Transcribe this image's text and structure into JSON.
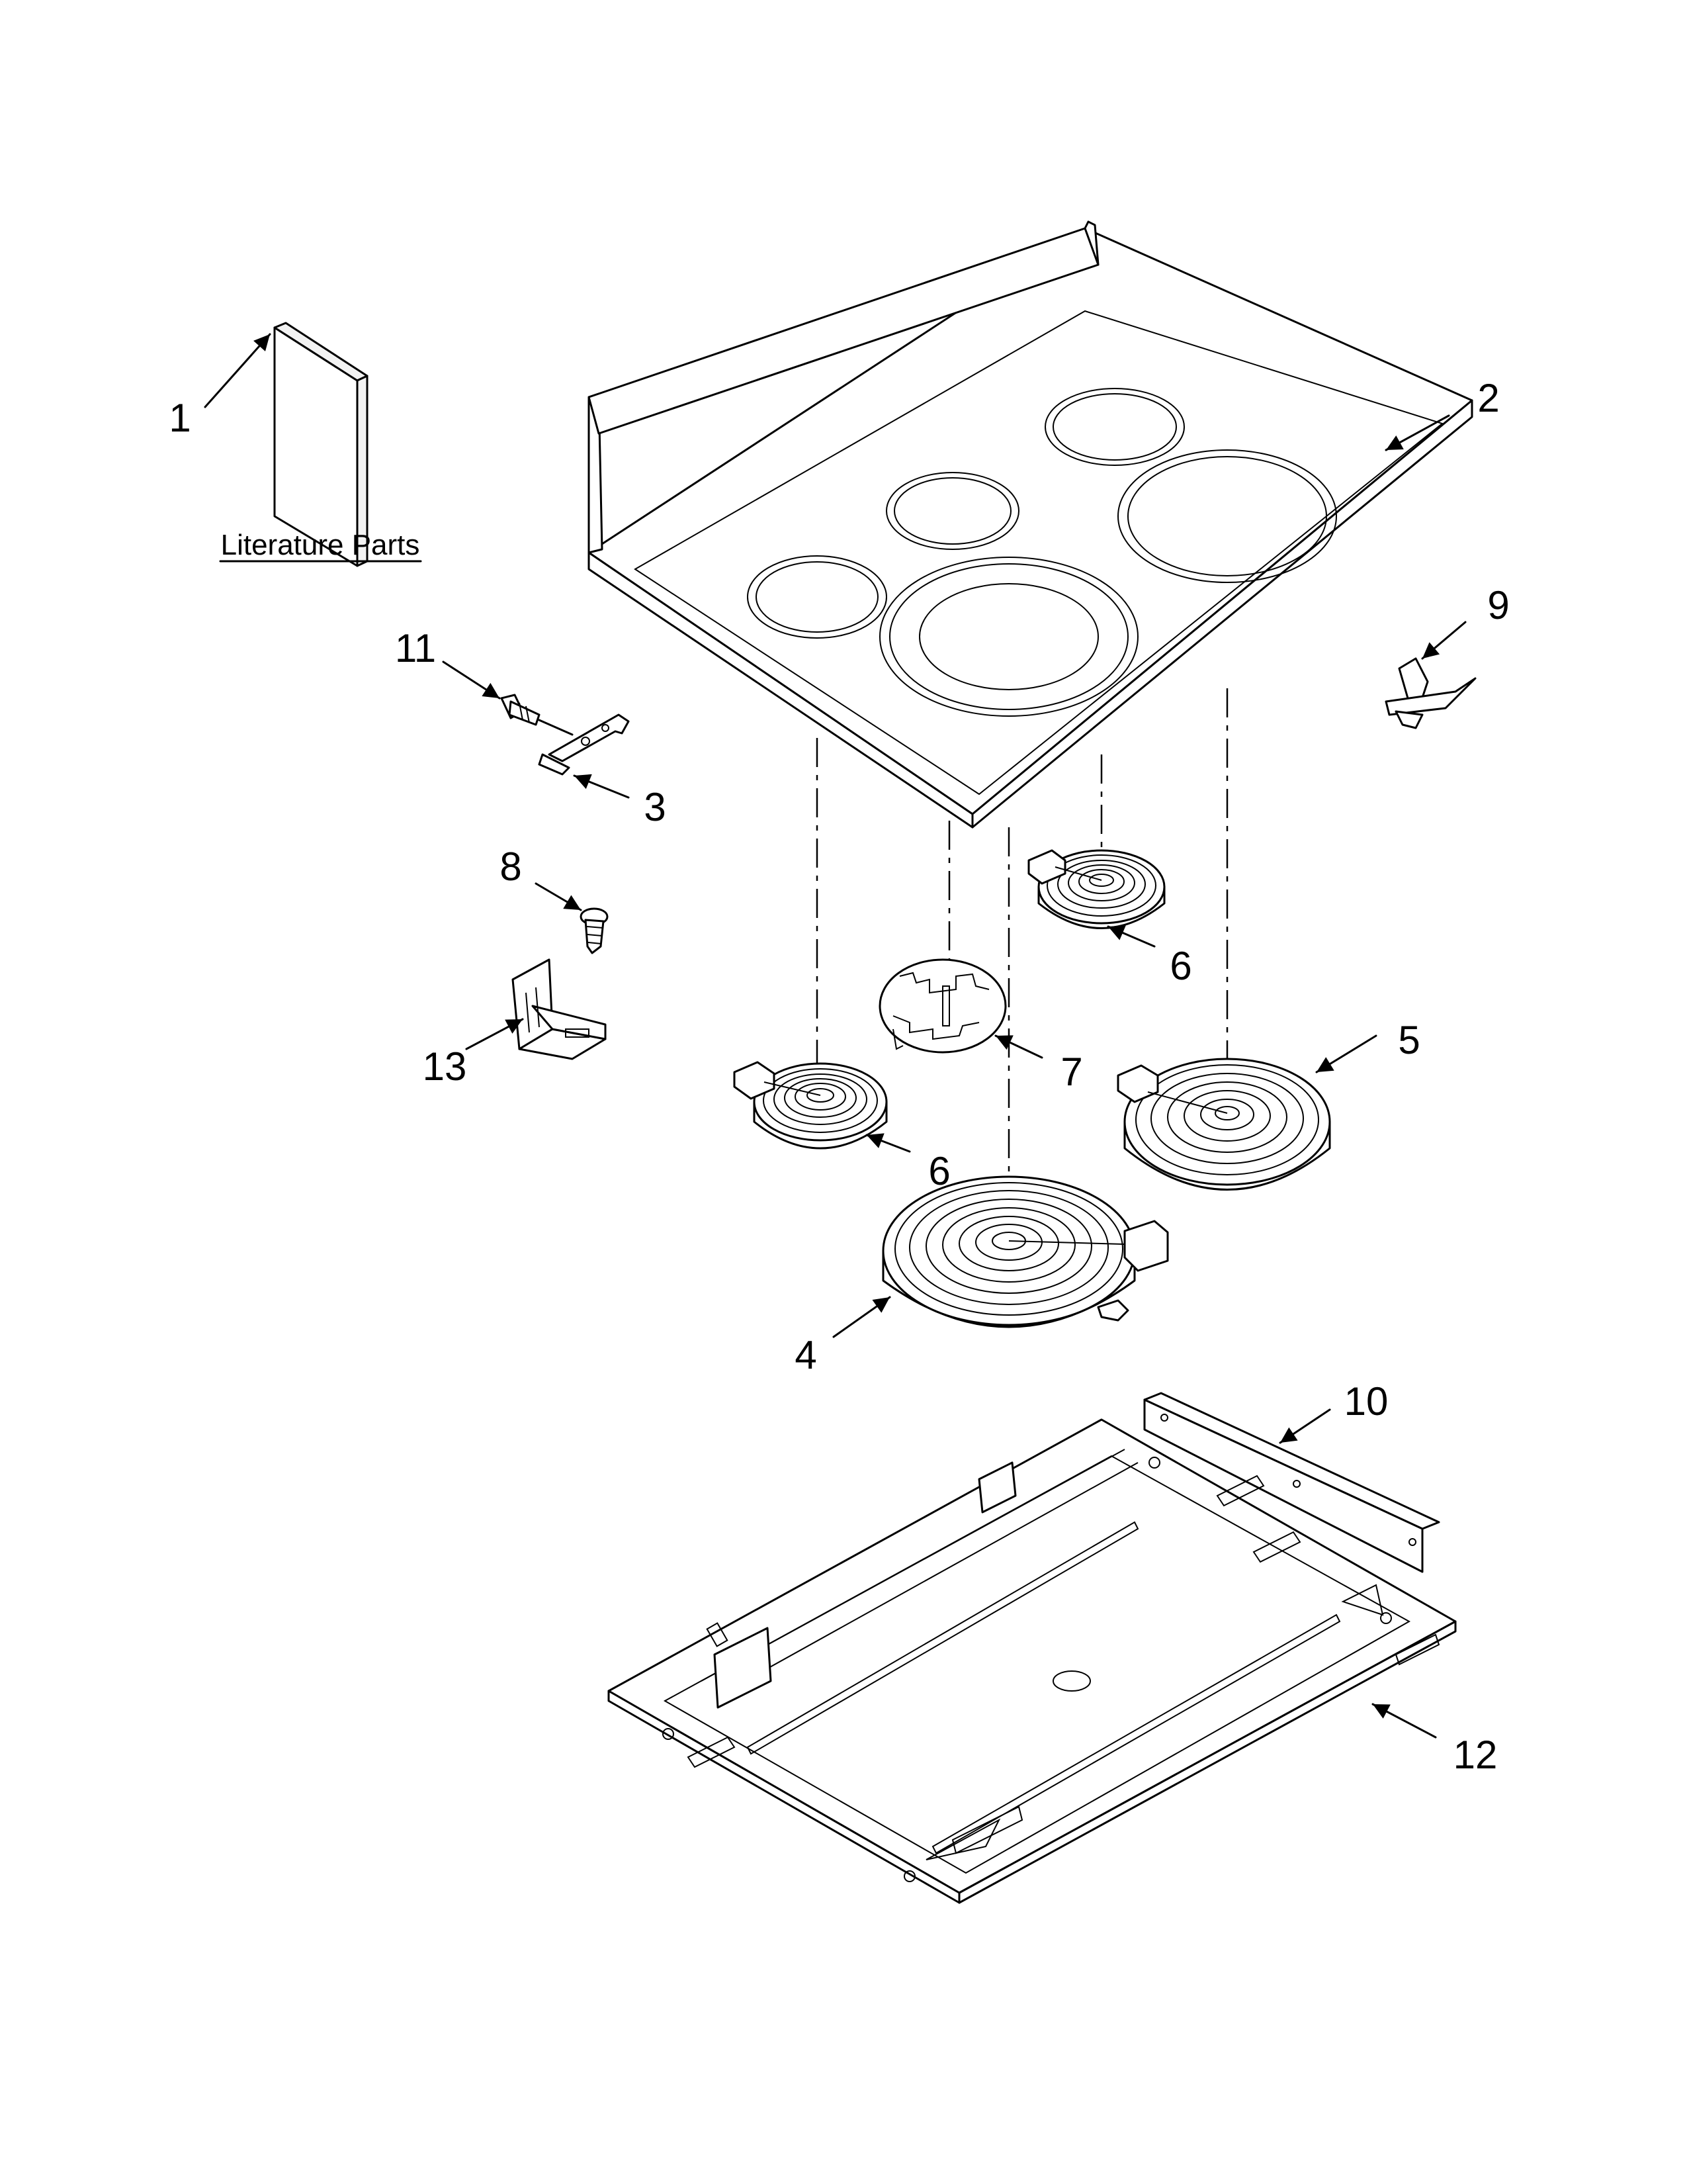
{
  "literature_label": "Literature Parts",
  "callouts": {
    "c1": "1",
    "c2": "2",
    "c3": "3",
    "c4": "4",
    "c5": "5",
    "c6a": "6",
    "c6b": "6",
    "c7": "7",
    "c8": "8",
    "c9": "9",
    "c10": "10",
    "c11": "11",
    "c12": "12",
    "c13": "13"
  }
}
